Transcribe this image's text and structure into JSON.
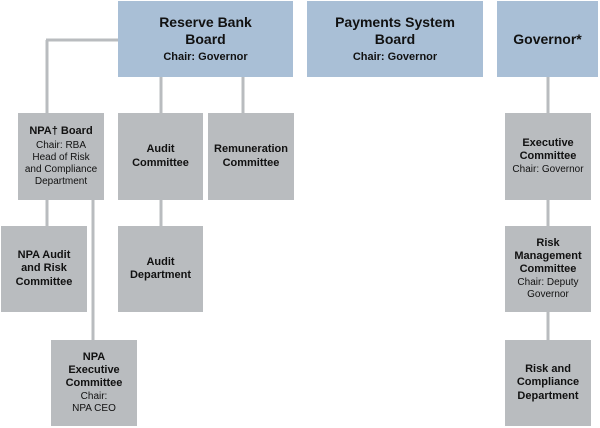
{
  "colors": {
    "board_fill": "#a9bfd6",
    "committee_fill": "#b9bcbf",
    "connector": "#b9bcbf"
  },
  "boxes": {
    "rba_board": {
      "title": "Reserve Bank\nBoard",
      "sub": "Chair: Governor"
    },
    "psb": {
      "title": "Payments System\nBoard",
      "sub": "Chair: Governor"
    },
    "governor": {
      "title": "Governor*"
    },
    "npa_board": {
      "title": "NPA† Board",
      "sub": "Chair: RBA\nHead of Risk\nand Compliance\nDepartment"
    },
    "audit_committee": {
      "title": "Audit\nCommittee"
    },
    "remuneration": {
      "title": "Remuneration\nCommittee"
    },
    "executive_committee": {
      "title": "Executive\nCommittee",
      "sub": "Chair: Governor"
    },
    "npa_audit": {
      "title": "NPA Audit\nand Risk\nCommittee"
    },
    "audit_department": {
      "title": "Audit\nDepartment"
    },
    "risk_mgmt": {
      "title": "Risk\nManagement\nCommittee",
      "sub": "Chair: Deputy\nGovernor"
    },
    "npa_exec": {
      "title": "NPA\nExecutive\nCommittee",
      "sub": "Chair:\nNPA CEO"
    },
    "risk_compliance": {
      "title": "Risk and\nCompliance\nDepartment"
    }
  }
}
